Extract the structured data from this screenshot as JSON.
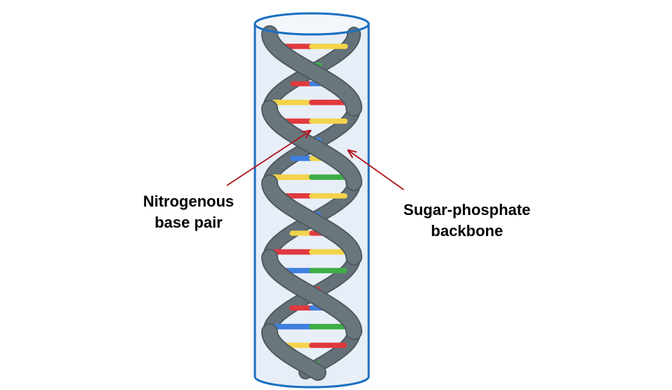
{
  "labels": {
    "base_pair": {
      "line1": "Nitrogenous",
      "line2": "base pair"
    },
    "backbone": {
      "line1": "Sugar-phosphate",
      "line2": "backbone"
    }
  },
  "colors": {
    "background": "#ffffff",
    "cylinder_fill": "#e8eef8",
    "cylinder_outline": "#1b6fc2",
    "strand": "#69767c",
    "strand_edge": "#4f5a5f",
    "arrow": "#b0141c",
    "base_red": "#e0393e",
    "base_yellow": "#f2d34a",
    "base_blue": "#3f7fe0",
    "base_green": "#3fae46"
  },
  "base_pairs": [
    [
      "red",
      "yellow"
    ],
    [
      "blue",
      "green"
    ],
    [
      "red",
      "blue"
    ],
    [
      "yellow",
      "red"
    ],
    [
      "red",
      "yellow"
    ],
    [
      "green",
      "blue"
    ],
    [
      "blue",
      "yellow"
    ],
    [
      "yellow",
      "green"
    ],
    [
      "red",
      "yellow"
    ],
    [
      "green",
      "blue"
    ],
    [
      "yellow",
      "red"
    ],
    [
      "red",
      "yellow"
    ],
    [
      "blue",
      "green"
    ],
    [
      "yellow",
      "red"
    ],
    [
      "red",
      "blue"
    ],
    [
      "blue",
      "green"
    ],
    [
      "yellow",
      "red"
    ],
    [
      "blue",
      "green"
    ]
  ]
}
